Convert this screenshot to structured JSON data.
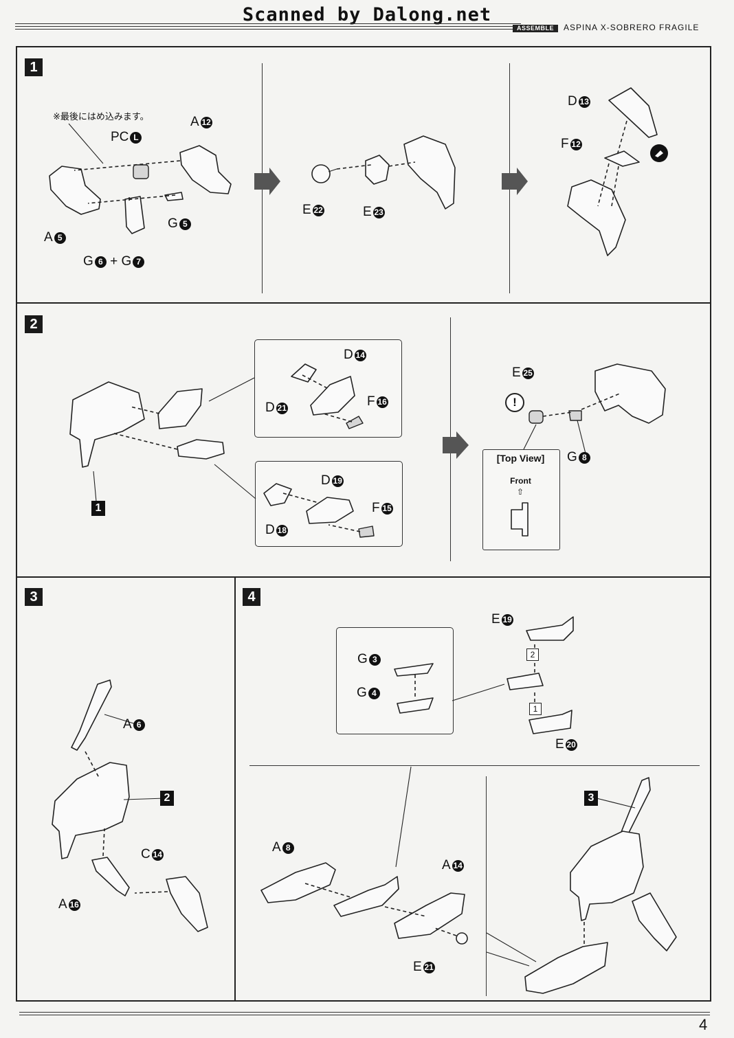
{
  "header": {
    "scan_title": "Scanned by Dalong.net",
    "assemble_tag": "ASSEMBLE",
    "series_title": "ASPINA X-SOBRERO FRAGILE"
  },
  "steps": [
    {
      "number": "1"
    },
    {
      "number": "2"
    },
    {
      "number": "3"
    },
    {
      "number": "4"
    }
  ],
  "step1": {
    "note": "※最後にはめ込みます。",
    "labels": {
      "a12": {
        "letter": "A",
        "num": "12"
      },
      "pcl": {
        "letter": "PC",
        "num": "L"
      },
      "a5": {
        "letter": "A",
        "num": "5"
      },
      "g5": {
        "letter": "G",
        "num": "5"
      },
      "g6": {
        "letter": "G",
        "num": "6"
      },
      "plus": "+",
      "g7": {
        "letter": "G",
        "num": "7"
      },
      "e22": {
        "letter": "E",
        "num": "22"
      },
      "e23": {
        "letter": "E",
        "num": "23"
      },
      "d13": {
        "letter": "D",
        "num": "13"
      },
      "f12": {
        "letter": "F",
        "num": "12"
      }
    }
  },
  "step2": {
    "labels": {
      "d14": {
        "letter": "D",
        "num": "14"
      },
      "d21": {
        "letter": "D",
        "num": "21"
      },
      "f16": {
        "letter": "F",
        "num": "16"
      },
      "d19": {
        "letter": "D",
        "num": "19"
      },
      "d18": {
        "letter": "D",
        "num": "18"
      },
      "f15": {
        "letter": "F",
        "num": "15"
      },
      "e25": {
        "letter": "E",
        "num": "25"
      },
      "g8": {
        "letter": "G",
        "num": "8"
      }
    },
    "ref_step": "1",
    "caution": "!",
    "top_view": {
      "title": "[Top View]",
      "front": "Front"
    }
  },
  "step3": {
    "labels": {
      "a6": {
        "letter": "A",
        "num": "6"
      },
      "c14": {
        "letter": "C",
        "num": "14"
      },
      "a16": {
        "letter": "A",
        "num": "16"
      }
    },
    "ref_step": "2"
  },
  "step4": {
    "labels": {
      "e19": {
        "letter": "E",
        "num": "19"
      },
      "g3": {
        "letter": "G",
        "num": "3"
      },
      "g4": {
        "letter": "G",
        "num": "4"
      },
      "e20": {
        "letter": "E",
        "num": "20"
      },
      "a8": {
        "letter": "A",
        "num": "8"
      },
      "a14": {
        "letter": "A",
        "num": "14"
      },
      "e21": {
        "letter": "E",
        "num": "21"
      }
    },
    "seq_first": "1",
    "seq_second": "2",
    "ref_step": "3"
  },
  "footer": {
    "page_number": "4"
  }
}
